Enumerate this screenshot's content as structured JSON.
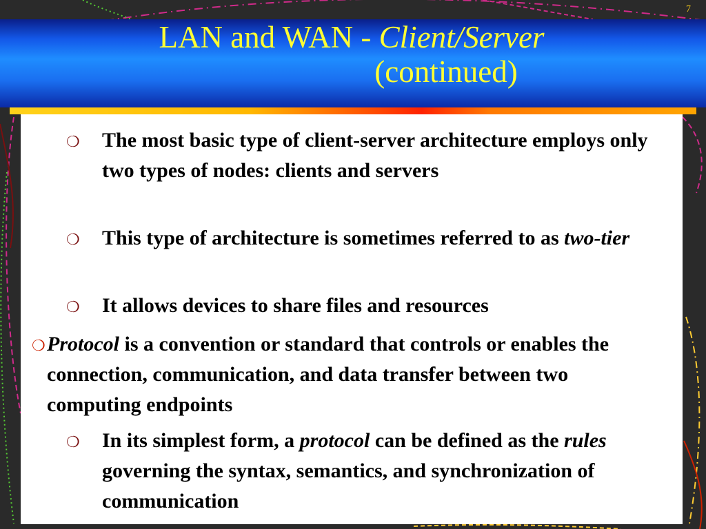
{
  "slide": {
    "page_number": "7",
    "title": {
      "prefix": "LAN and  WAN - ",
      "italic": "Client/Server",
      "line2": "(continued)"
    },
    "bullet_glyph": "❍",
    "bullets": [
      {
        "level": 2,
        "text": "The most basic type of client-server architecture employs only two types of nodes: clients and servers"
      },
      {
        "level": 2,
        "text_before": "This type of architecture is sometimes referred to as ",
        "italic": "two-tier"
      },
      {
        "level": 2,
        "text": "It allows devices to share files and resources"
      },
      {
        "level": 1,
        "italic": "Protocol",
        "text_after": " is a convention or standard that controls or enables the connection, communication, and data transfer between two computing endpoints"
      },
      {
        "level": 2,
        "text_a": "In its simplest form, a ",
        "italic_a": "protocol",
        "text_b": " can be defined as the ",
        "italic_b": "rules",
        "text_c": " governing the syntax, semantics, and synchronization of communication"
      }
    ]
  },
  "colors": {
    "title_text": "#ffff33",
    "header_gradient": [
      "#0a1f8a",
      "#1f8dff",
      "#0b2aa6"
    ],
    "accent_bar": [
      "#ffd21a",
      "#ff2200",
      "#ffa500"
    ],
    "background": "#2a2a2a",
    "content_bg": "#ffffff",
    "body_text": "#000000"
  }
}
